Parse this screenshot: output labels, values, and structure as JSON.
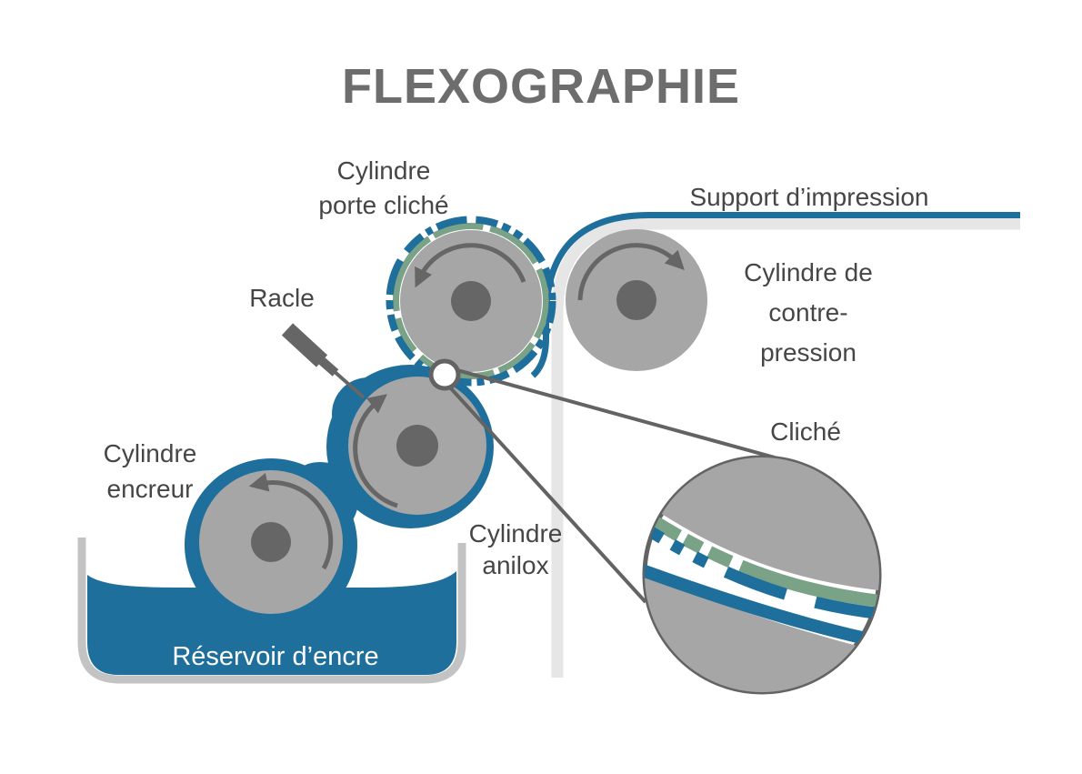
{
  "title": "FLEXOGRAPHIE",
  "labels": {
    "plate_cylinder": [
      "Cylindre",
      "porte cliché"
    ],
    "print_support": "Support d’impression",
    "doctor_blade": "Racle",
    "impression_cylinder": [
      "Cylindre de",
      "contre-",
      "pression"
    ],
    "plate_detail": "Cliché",
    "ink_cylinder": [
      "Cylindre",
      "encreur"
    ],
    "anilox_cylinder": [
      "Cylindre",
      "anilox"
    ],
    "ink_reservoir": "Réservoir d’encre"
  },
  "colors": {
    "ink_blue": "#1F6F9C",
    "plate_green": "#7AA287",
    "cylinder_gray": "#A6A6A6",
    "hub_gray": "#666666",
    "outline_gray": "#636363",
    "web_gray": "#E6E6E6",
    "tray_gray": "#C3C3C3",
    "title_gray": "#6D6D6D",
    "label_gray": "#464646",
    "background": "#FFFFFF"
  }
}
